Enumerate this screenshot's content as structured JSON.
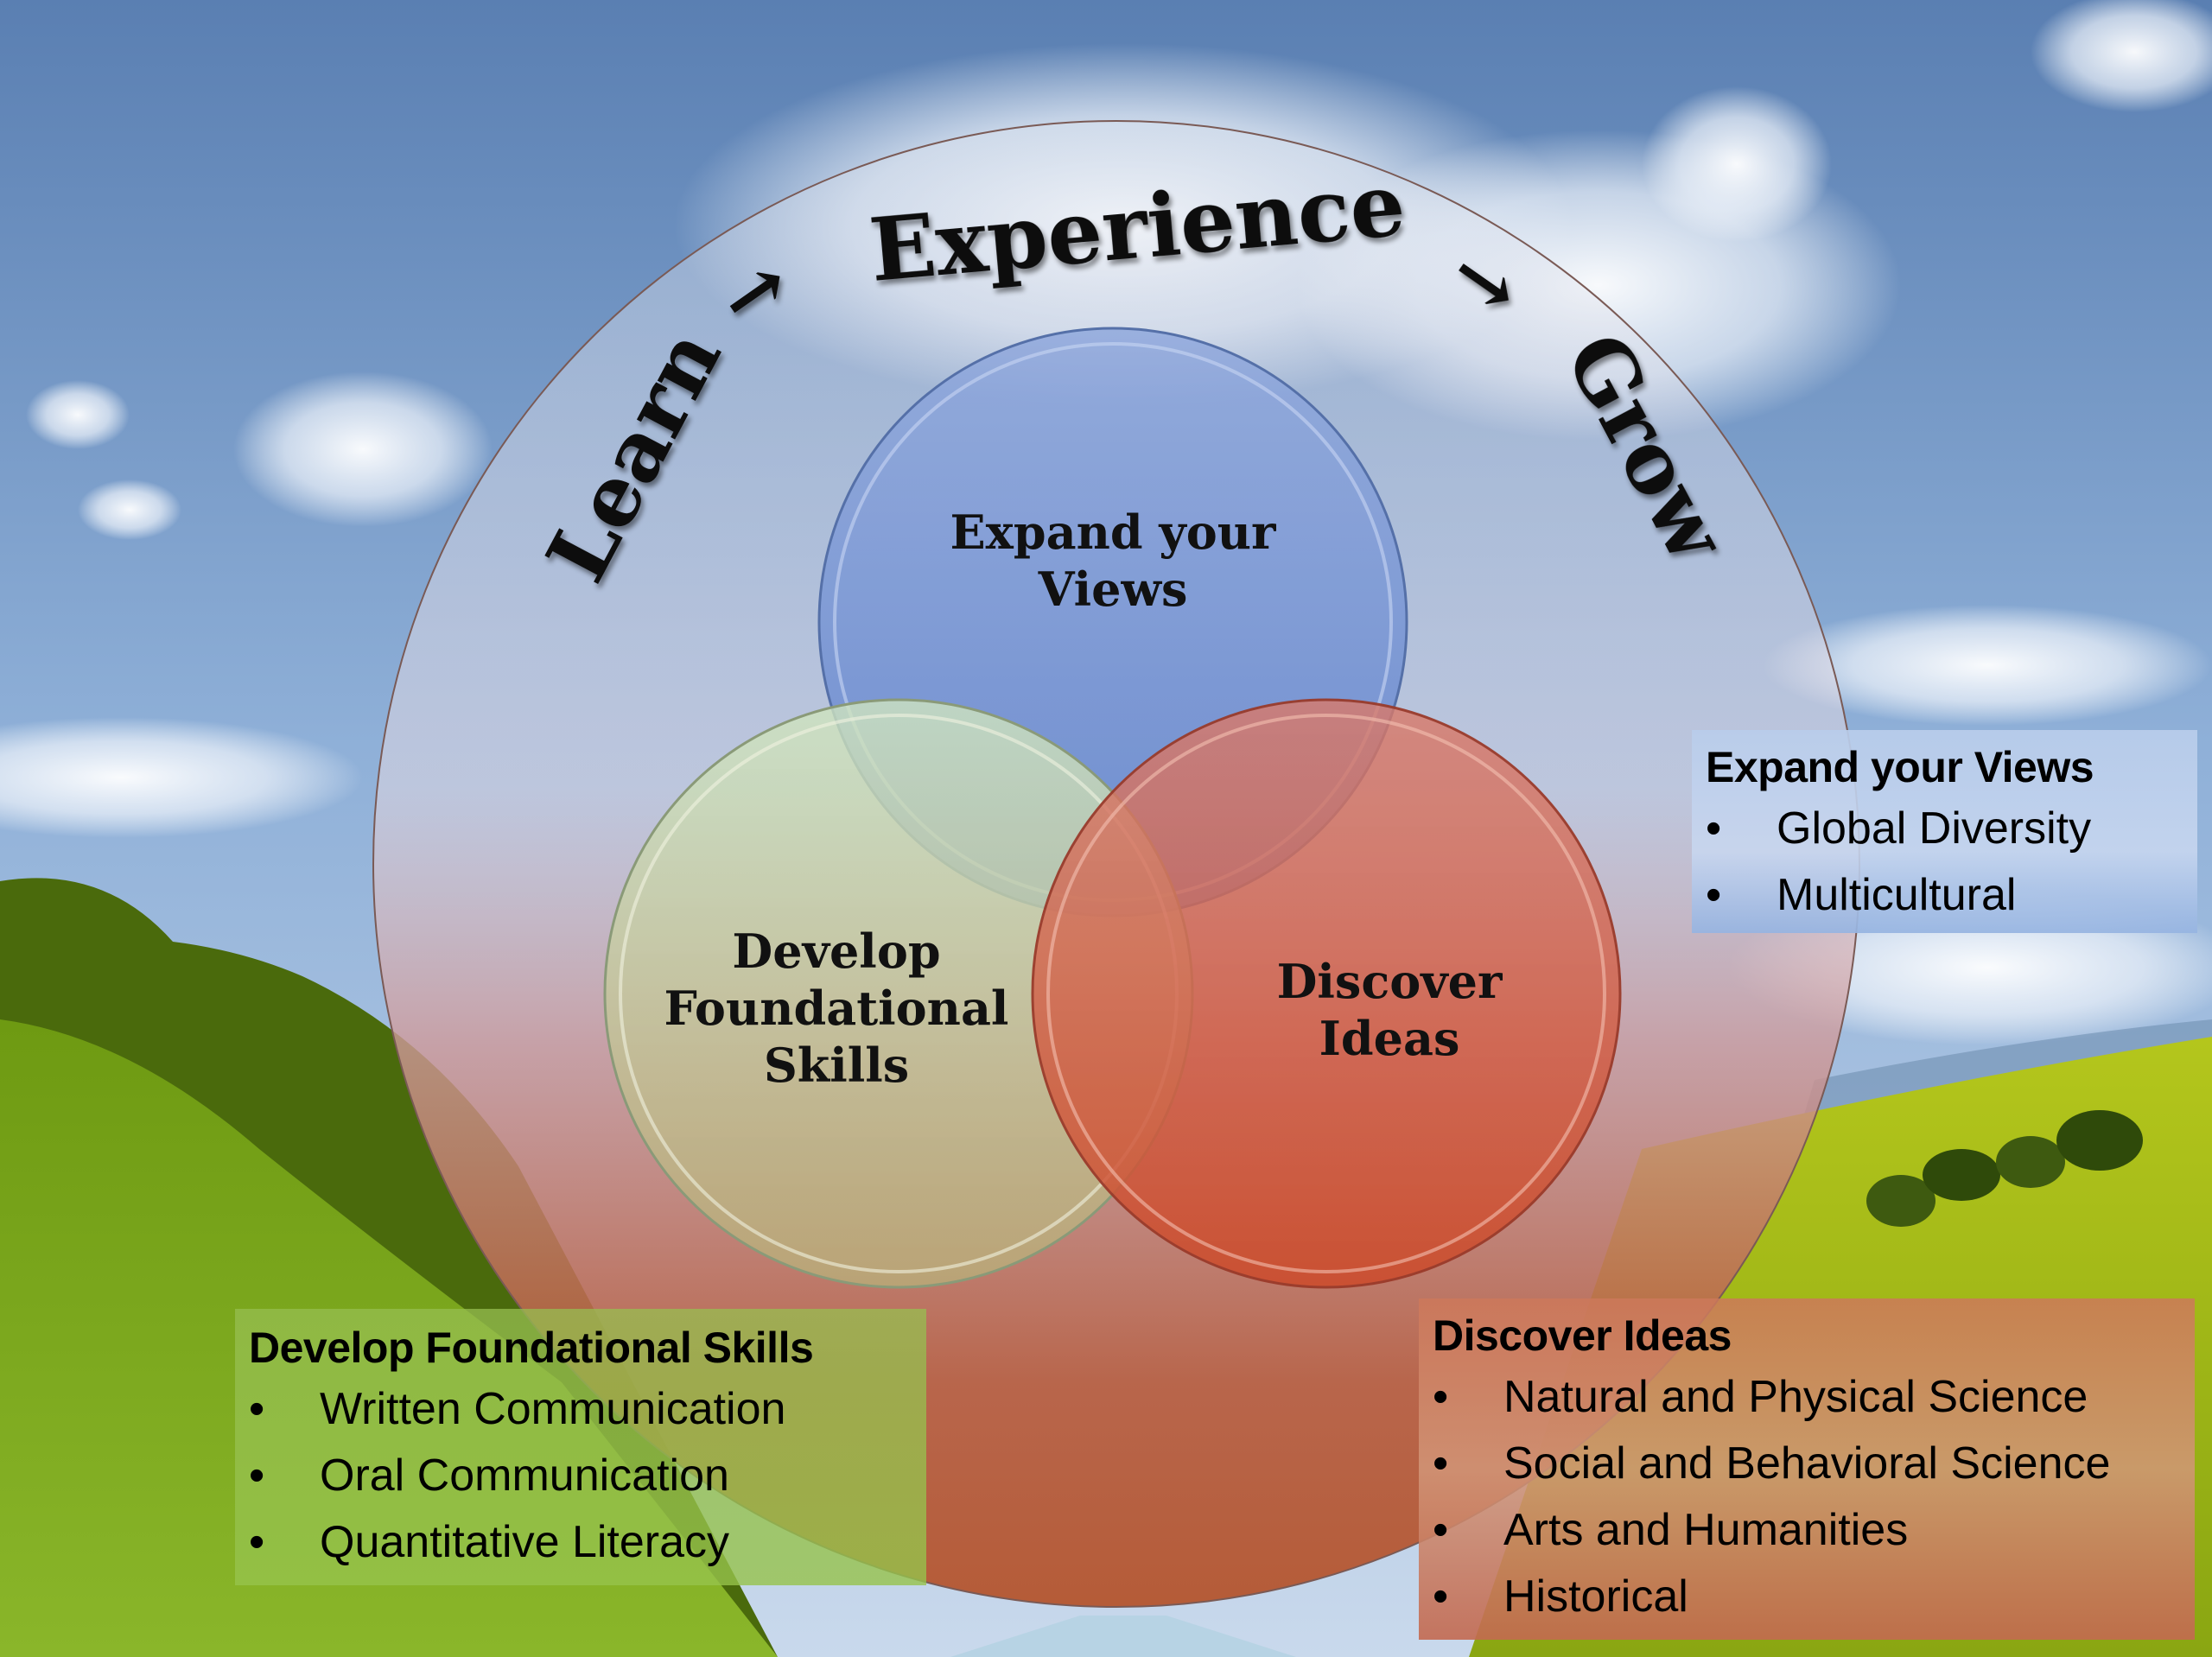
{
  "diagram": {
    "arc_title": {
      "words": [
        "Learn",
        "Experience",
        "Grow"
      ],
      "separator": "→"
    },
    "circles": [
      {
        "id": "views",
        "label_lines": [
          "Expand your",
          "Views"
        ],
        "color": "#6f8fd0"
      },
      {
        "id": "skills",
        "label_lines": [
          "Develop",
          "Foundational",
          "Skills"
        ],
        "color": "#c8dcae"
      },
      {
        "id": "ideas",
        "label_lines": [
          "Discover",
          "Ideas"
        ],
        "color": "#d9573f"
      }
    ],
    "outer_circle_color": "#c86a5a"
  },
  "panels": {
    "views": {
      "title": "Expand your Views",
      "bullet": "•",
      "items": [
        "Global Diversity",
        "Multicultural"
      ]
    },
    "skills": {
      "title": "Develop Foundational Skills",
      "bullet": "•",
      "items": [
        "Written Communication",
        "Oral Communication",
        "Quantitative Literacy"
      ]
    },
    "ideas": {
      "title": "Discover Ideas",
      "bullet": "•",
      "items": [
        "Natural and Physical Science",
        "Social and Behavioral Science",
        "Arts and Humanities",
        "Historical"
      ]
    }
  },
  "colors": {
    "sky_top": "#5f86b8",
    "sky_bottom": "#b9cfe6",
    "grass": "#8db524",
    "grass_dark": "#4f6e10",
    "road": "#b7d3e4"
  }
}
